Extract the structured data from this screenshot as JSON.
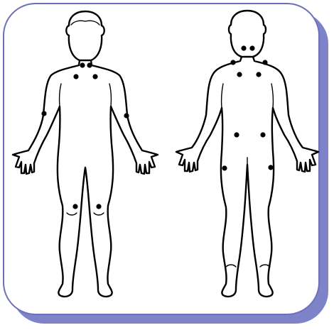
{
  "diagram": {
    "figures": [
      {
        "view": "front"
      },
      {
        "view": "back"
      }
    ],
    "colors": {
      "frame_border": "#6c70b8",
      "frame_shadow": "#7d82c9",
      "marker": "#000000",
      "outline": "#000000"
    },
    "marker_counts": {
      "front": 8,
      "back": 10
    }
  }
}
